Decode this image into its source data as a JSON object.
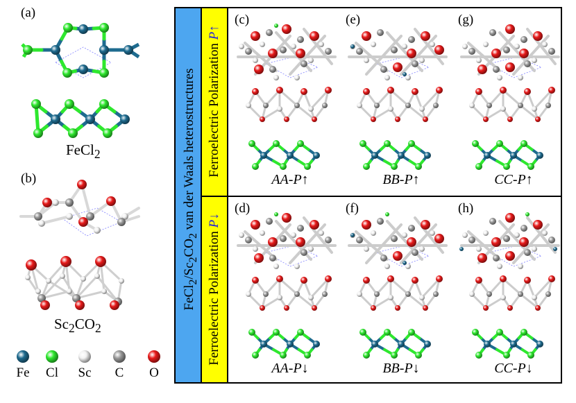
{
  "left_panel": {
    "a": {
      "label": "(a)",
      "material_html": "FeCl<sub>2</sub>"
    },
    "b": {
      "label": "(b)",
      "material_html": "Sc<sub>2</sub>CO<sub>2</sub>"
    }
  },
  "legend": [
    {
      "symbol": "Fe",
      "color": "#1e6b8f"
    },
    {
      "symbol": "Cl",
      "color": "#2ee82e"
    },
    {
      "symbol": "Sc",
      "color": "#f2f2f2"
    },
    {
      "symbol": "C",
      "color": "#9a9a9a"
    },
    {
      "symbol": "O",
      "color": "#e81a1a"
    }
  ],
  "main": {
    "side_title_html": "FeCl<sub>2</sub>/Sc<sub>2</sub>CO<sub>2</sub> van der Waals heterostructures",
    "rows": [
      {
        "polarization_html": "Ferroelectric Polarization <span style=\"color:#2424d6;font-style:italic\">P</span><span style=\"color:#2424d6\">&#8593;</span>",
        "panels": [
          {
            "label": "(c)",
            "name": "AA-P",
            "arrow": "↑"
          },
          {
            "label": "(e)",
            "name": "BB-P",
            "arrow": "↑"
          },
          {
            "label": "(g)",
            "name": "CC-P",
            "arrow": "↑"
          }
        ]
      },
      {
        "polarization_html": "Ferroelectric Polarization <span style=\"color:#2424d6;font-style:italic\">P</span><span style=\"color:#2424d6\">&#8595;</span>",
        "panels": [
          {
            "label": "(d)",
            "name": "AA-P",
            "arrow": "↓"
          },
          {
            "label": "(f)",
            "name": "BB-P",
            "arrow": "↓"
          },
          {
            "label": "(h)",
            "name": "CC-P",
            "arrow": "↓"
          }
        ]
      }
    ]
  }
}
